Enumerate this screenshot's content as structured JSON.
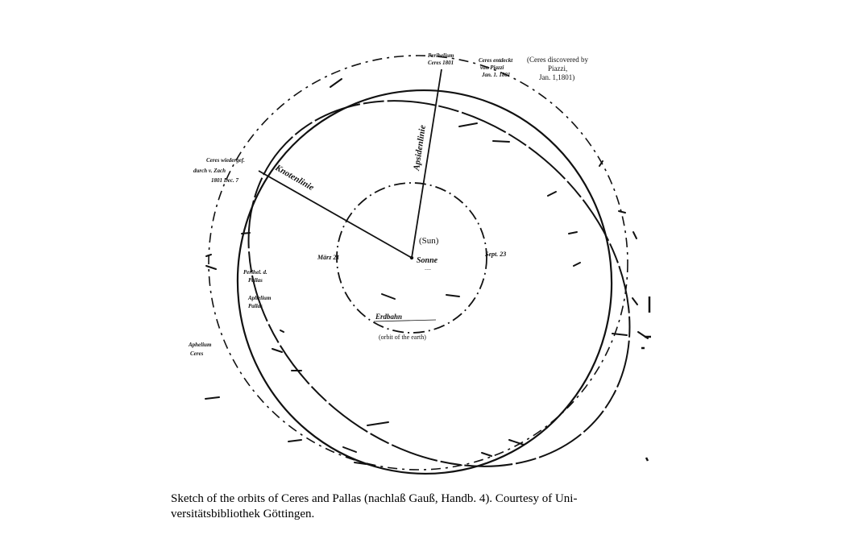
{
  "labels": {
    "sun": "(Sun)",
    "earth_orbit": "(orbit of the earth)",
    "ceres_discovered": [
      "(Ceres discovered by",
      "Piazzi,",
      "Jan. 1,1801)"
    ]
  },
  "handwriting": {
    "sonne": "Sonne",
    "erdbahn": "Erdbahn",
    "knotenlinie": "Knotenlinie",
    "apsidenlinie": "Apsidenlinie",
    "maerz": "März 21",
    "sept": "Sept. 23",
    "ceres_wiedergef": [
      "Ceres wiedergef.",
      "durch v. Zach",
      "1801 Dec. 7"
    ],
    "ceres_entdeckt": [
      "Ceres entdeckt",
      "von Piazzi",
      "Jan. 1. 1801"
    ],
    "perihel_ceres": [
      "Perihelium",
      "Ceres 1801"
    ],
    "pallas_perihel": [
      "Perihel. d.",
      "Pallas"
    ],
    "aphelium_pallas": [
      "Aphelium",
      "Pallas"
    ],
    "aphelium_ceres": [
      "Aphelium",
      "Ceres"
    ]
  },
  "caption": {
    "line1": "Sketch of the orbits of Ceres and Pallas (nachlaß Gauß, Handb. 4). Courtesy of Uni-",
    "line2": "versitätsbibliothek Göttingen."
  }
}
